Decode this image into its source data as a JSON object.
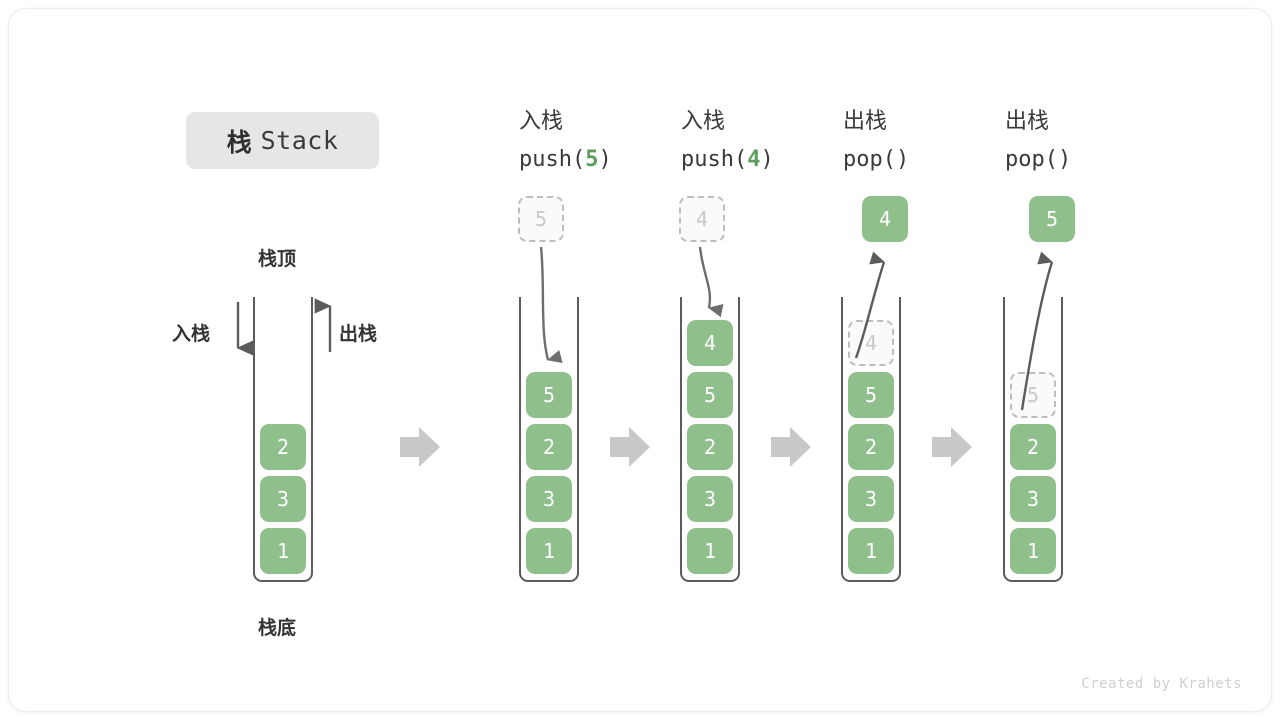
{
  "title": {
    "cjk": "栈",
    "english": "Stack"
  },
  "labels": {
    "top": "栈顶",
    "bottom": "栈底",
    "push_side": "入栈",
    "pop_side": "出栈"
  },
  "watermark": "Created by Krahets",
  "colors": {
    "cell_fill": "#8fc08c",
    "cell_text": "#ffffff",
    "ghost_border": "#bdbdbd",
    "ghost_text": "#c9c9c9",
    "arrow": "#5c5c5c",
    "step_arrow": "#c8c8c8",
    "chip_bg": "#e6e6e6",
    "accent_green": "#5a9e5a",
    "text": "#3a3a3a"
  },
  "steps": [
    {
      "id": "initial",
      "caption_cjk": "",
      "caption_code_prefix": "",
      "caption_code_arg": "",
      "caption_code_suffix": "",
      "stack": [
        "2",
        "3",
        "1"
      ],
      "floating": null,
      "ghost_in_stack": null
    },
    {
      "id": "push-5",
      "caption_cjk": "入栈",
      "caption_code_prefix": "push(",
      "caption_code_arg": "5",
      "caption_code_suffix": ")",
      "stack": [
        "5",
        "2",
        "3",
        "1"
      ],
      "floating": {
        "value": "5",
        "style": "ghost",
        "direction": "down"
      },
      "ghost_in_stack": null
    },
    {
      "id": "push-4",
      "caption_cjk": "入栈",
      "caption_code_prefix": "push(",
      "caption_code_arg": "4",
      "caption_code_suffix": ")",
      "stack": [
        "4",
        "5",
        "2",
        "3",
        "1"
      ],
      "floating": {
        "value": "4",
        "style": "ghost",
        "direction": "down"
      },
      "ghost_in_stack": null
    },
    {
      "id": "pop-4",
      "caption_cjk": "出栈",
      "caption_code_prefix": "pop(",
      "caption_code_arg": "",
      "caption_code_suffix": ")",
      "stack": [
        "5",
        "2",
        "3",
        "1"
      ],
      "floating": {
        "value": "4",
        "style": "filled",
        "direction": "up"
      },
      "ghost_in_stack": "4"
    },
    {
      "id": "pop-5",
      "caption_cjk": "出栈",
      "caption_code_prefix": "pop(",
      "caption_code_arg": "",
      "caption_code_suffix": ")",
      "stack": [
        "2",
        "3",
        "1"
      ],
      "floating": {
        "value": "5",
        "style": "filled",
        "direction": "up"
      },
      "ghost_in_stack": "5"
    }
  ],
  "step_separators": [
    "step-arrow-1",
    "step-arrow-2",
    "step-arrow-3",
    "step-arrow-4"
  ]
}
